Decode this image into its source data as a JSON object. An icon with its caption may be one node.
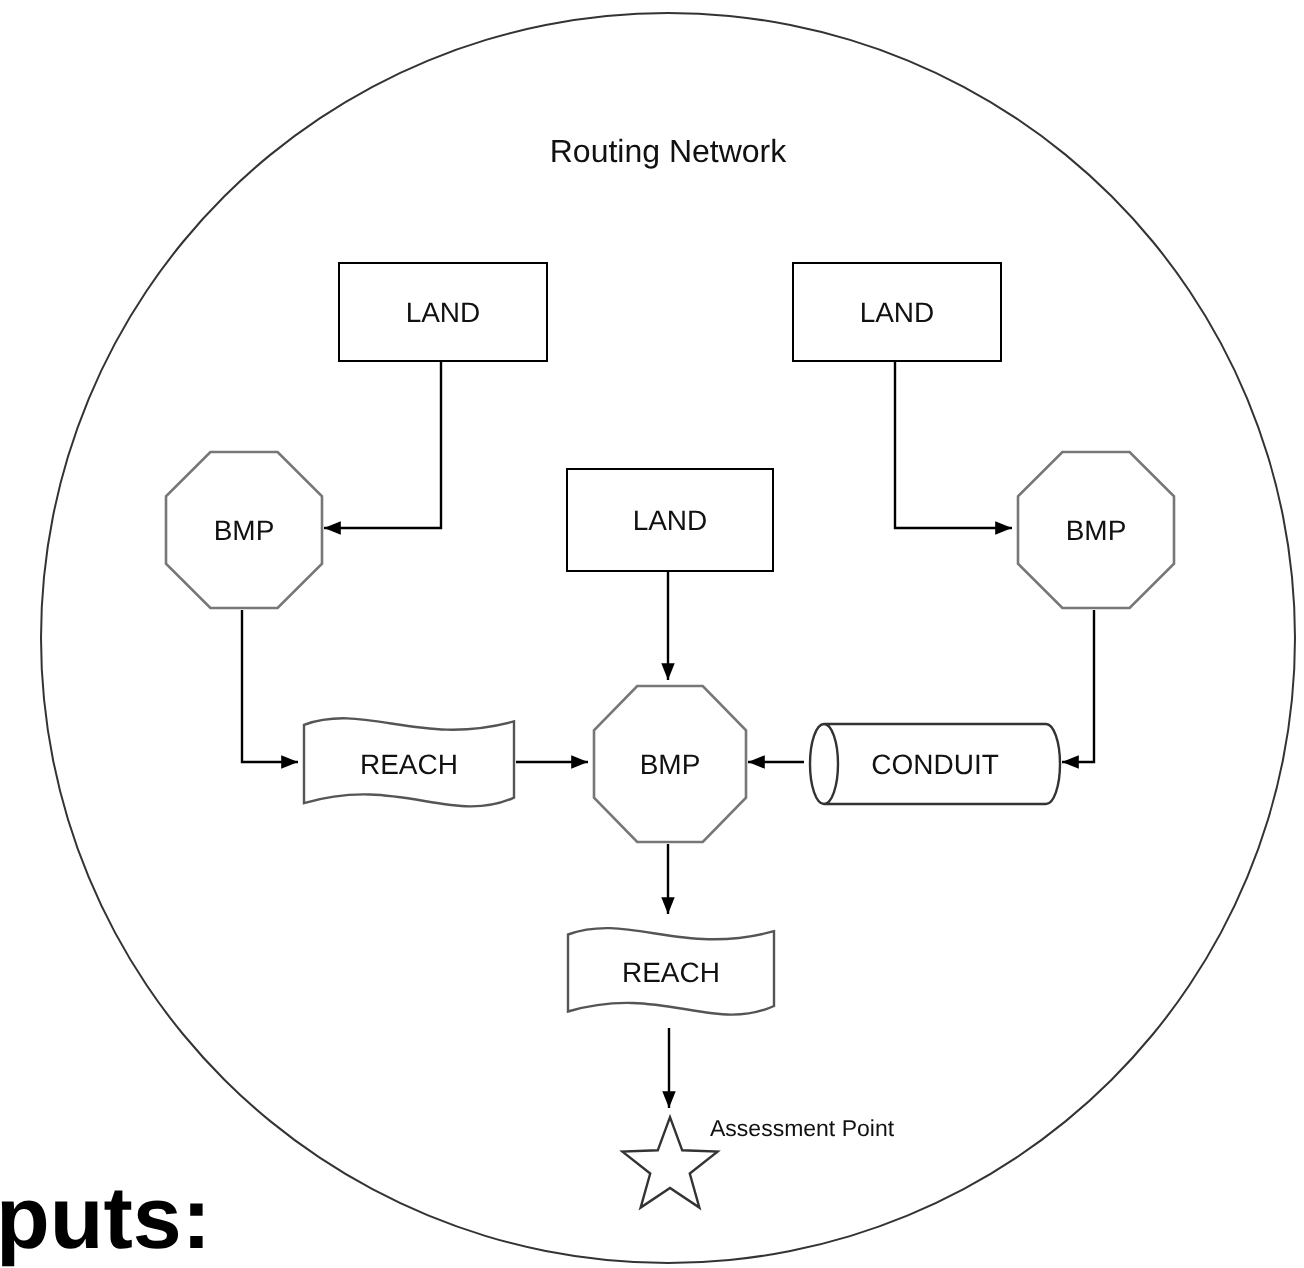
{
  "diagram": {
    "nodes": [
      {
        "text": [
          "Routing Network"
        ]
      },
      {
        "text": [
          "LAND"
        ],
        "in": 0
      },
      {
        "text": [
          "LAND"
        ],
        "in": 0
      },
      {
        "text": [
          "BMP"
        ],
        "in": 0
      },
      {
        "text": [
          "LAND"
        ],
        "in": 0
      },
      {
        "text": [
          "BMP"
        ],
        "in": 0
      },
      {
        "text": [
          "REACH"
        ],
        "in": 0
      },
      {
        "text": [
          "BMP"
        ],
        "in": 0
      },
      {
        "text": [
          "CONDUIT"
        ],
        "in": 0
      },
      {
        "text": [
          "REACH"
        ],
        "in": 0
      },
      {
        "text": [],
        "shape": "star",
        "in": 0,
        "beside": [
          "Assessment Point"
        ]
      }
    ],
    "edges": [
      {
        "from": 1,
        "to": 3,
        "arrow": "to"
      },
      {
        "from": 2,
        "to": 5,
        "arrow": "to"
      },
      {
        "from": 3,
        "to": 6,
        "arrow": "to"
      },
      {
        "from": 6,
        "to": 7,
        "arrow": "to"
      },
      {
        "from": 4,
        "to": 7,
        "arrow": "to"
      },
      {
        "from": 5,
        "to": 8,
        "arrow": "to"
      },
      {
        "from": 8,
        "to": 7,
        "arrow": "to"
      },
      {
        "from": 7,
        "to": 9,
        "arrow": "to"
      },
      {
        "from": 9,
        "to": 10,
        "arrow": "to"
      }
    ],
    "labels": [
      "puts:"
    ]
  }
}
